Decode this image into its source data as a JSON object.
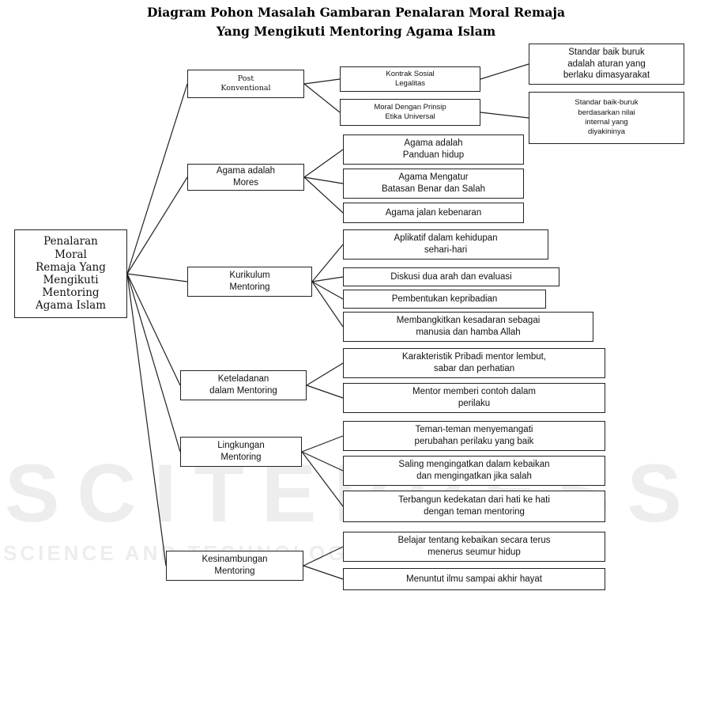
{
  "title_line1": "Diagram Pohon Masalah Gambaran Penalaran Moral Remaja",
  "title_line2": "Yang Mengikuti Mentoring Agama Islam",
  "watermark": {
    "big": "SCITEPRESS",
    "small": "SCIENCE AND TECHNOLOGY PUBLICATIONS"
  },
  "root": "Penalaran\nMoral\nRemaja Yang\nMengikuti\nMentoring\nAgama Islam",
  "branches": [
    {
      "label": "Post\nKonventional",
      "children": [
        {
          "label": "Kontrak Sosial\nLegalitas",
          "note": "Standar baik buruk\nadalah aturan yang\nberlaku dimasyarakat"
        },
        {
          "label": "Moral Dengan Prinsip\nEtika Universal",
          "note": "Standar baik-buruk\nberdasarkan nilai\ninternal yang\ndiyakininya"
        }
      ]
    },
    {
      "label": "Agama adalah\nMores",
      "children": [
        {
          "label": "Agama adalah\nPanduan hidup"
        },
        {
          "label": "Agama Mengatur\nBatasan Benar dan Salah"
        },
        {
          "label": "Agama jalan kebenaran"
        }
      ]
    },
    {
      "label": "Kurikulum\nMentoring",
      "children": [
        {
          "label": "Aplikatif dalam kehidupan\nsehari-hari"
        },
        {
          "label": "Diskusi dua arah dan evaluasi"
        },
        {
          "label": "Pembentukan kepribadian"
        },
        {
          "label": "Membangkitkan kesadaran sebagai\nmanusia dan hamba Allah"
        }
      ]
    },
    {
      "label": "Keteladanan\ndalam Mentoring",
      "children": [
        {
          "label": "Karakteristik Pribadi mentor lembut,\nsabar dan perhatian"
        },
        {
          "label": "Mentor memberi contoh dalam\nperilaku"
        }
      ]
    },
    {
      "label": "Lingkungan\nMentoring",
      "children": [
        {
          "label": "Teman-teman menyemangati\nperubahan perilaku yang baik"
        },
        {
          "label": "Saling mengingatkan dalam kebaikan\ndan mengingatkan jika salah"
        },
        {
          "label": "Terbangun kedekatan dari hati ke hati\ndengan teman mentoring"
        }
      ]
    },
    {
      "label": "Kesinambungan\nMentoring",
      "children": [
        {
          "label": "Belajar tentang kebaikan secara terus\nmenerus seumur hidup"
        },
        {
          "label": "Menuntut ilmu sampai akhir hayat"
        }
      ]
    }
  ]
}
